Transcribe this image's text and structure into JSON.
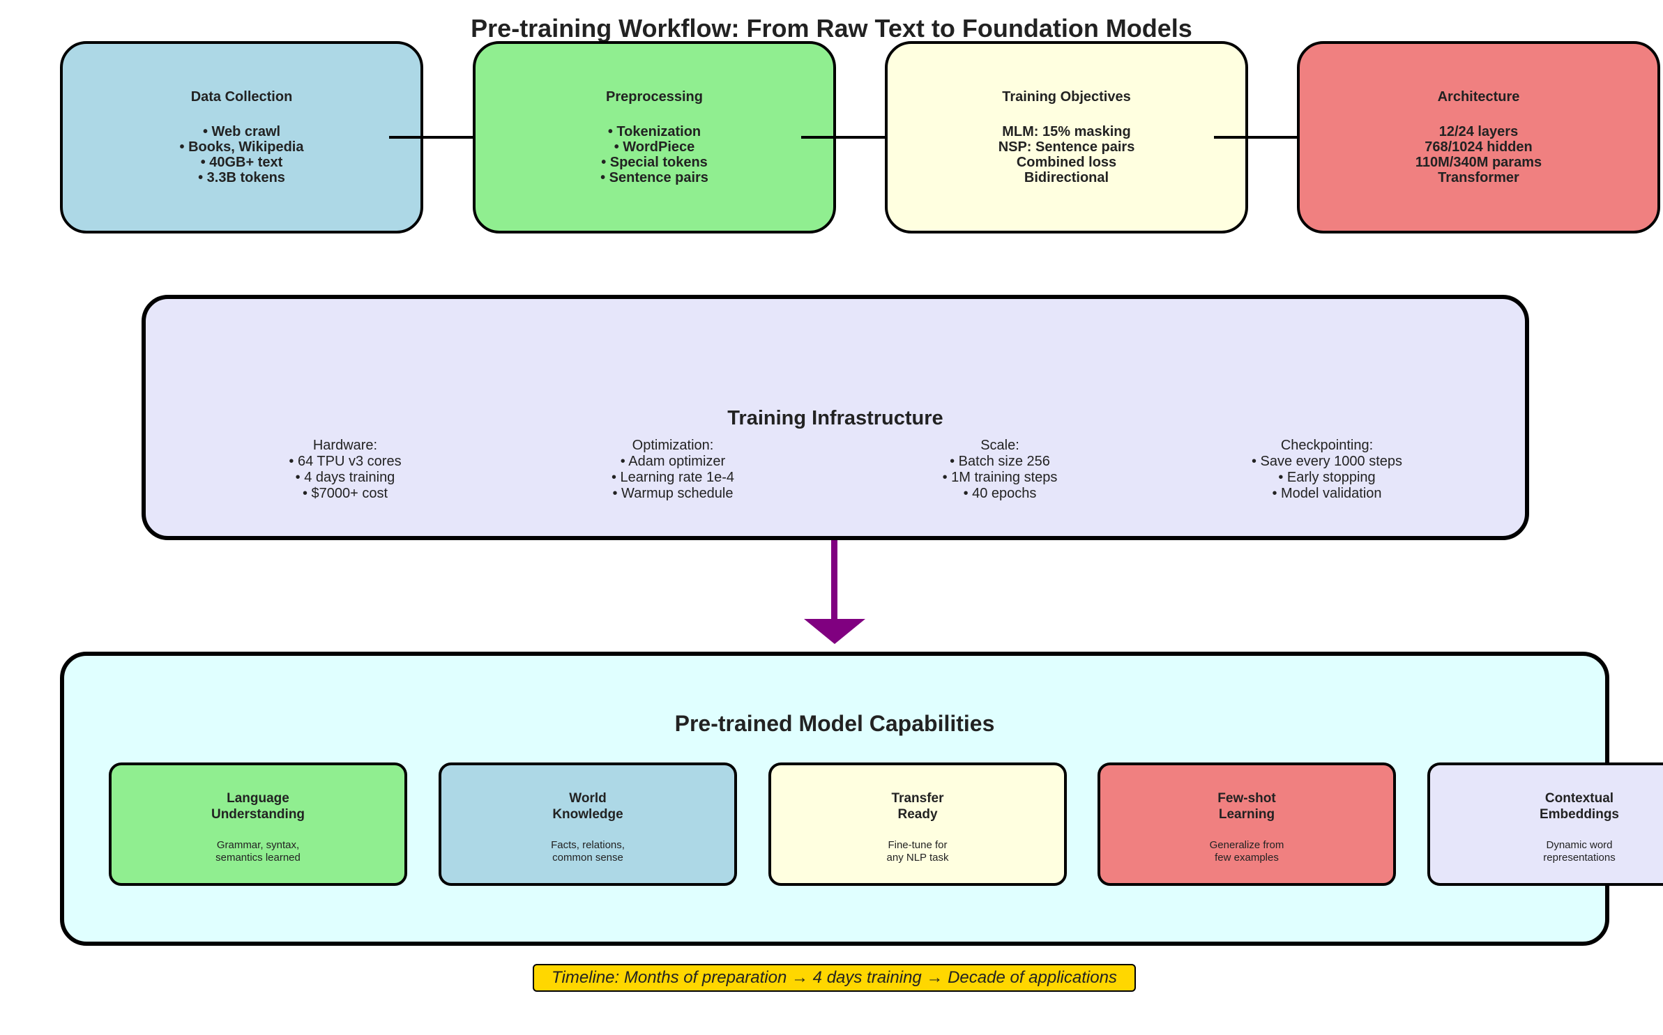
{
  "title": "Pre-training Workflow: From Raw Text to Foundation Models",
  "colors": {
    "data_collection": "#add8e6",
    "preprocessing": "#90ee90",
    "training_objectives": "#ffffe0",
    "architecture": "#f08080",
    "infrastructure": "#e6e6fa",
    "capabilities": "#e0ffff",
    "arrow": "#800080",
    "timeline": "#ffd700"
  },
  "stages": [
    {
      "title": "Data Collection",
      "lines": [
        "• Web crawl",
        "• Books, Wikipedia",
        "• 40GB+ text",
        "• 3.3B tokens"
      ]
    },
    {
      "title": "Preprocessing",
      "lines": [
        "• Tokenization",
        "• WordPiece",
        "• Special tokens",
        "• Sentence pairs"
      ]
    },
    {
      "title": "Training Objectives",
      "lines": [
        "MLM: 15% masking",
        "NSP: Sentence pairs",
        "Combined loss",
        "Bidirectional"
      ]
    },
    {
      "title": "Architecture",
      "lines": [
        "12/24 layers",
        "768/1024 hidden",
        "110M/340M params",
        "Transformer"
      ]
    }
  ],
  "infrastructure": {
    "title": "Training Infrastructure",
    "columns": [
      {
        "heading": "Hardware:",
        "lines": [
          "• 64 TPU v3 cores",
          "• 4 days training",
          "• $7000+ cost"
        ]
      },
      {
        "heading": "Optimization:",
        "lines": [
          "• Adam optimizer",
          "• Learning rate 1e-4",
          "• Warmup schedule"
        ]
      },
      {
        "heading": "Scale:",
        "lines": [
          "• Batch size 256",
          "• 1M training steps",
          "• 40 epochs"
        ]
      },
      {
        "heading": "Checkpointing:",
        "lines": [
          "• Save every 1000 steps",
          "• Early stopping",
          "• Model validation"
        ]
      }
    ]
  },
  "capabilities": {
    "title": "Pre-trained Model Capabilities",
    "items": [
      {
        "title": [
          "Language",
          "Understanding"
        ],
        "desc": [
          "Grammar, syntax,",
          "semantics learned"
        ]
      },
      {
        "title": [
          "World",
          "Knowledge"
        ],
        "desc": [
          "Facts, relations,",
          "common sense"
        ]
      },
      {
        "title": [
          "Transfer",
          "Ready"
        ],
        "desc": [
          "Fine-tune for",
          "any NLP task"
        ]
      },
      {
        "title": [
          "Few-shot",
          "Learning"
        ],
        "desc": [
          "Generalize from",
          "few examples"
        ]
      },
      {
        "title": [
          "Contextual",
          "Embeddings"
        ],
        "desc": [
          "Dynamic word",
          "representations"
        ]
      }
    ]
  },
  "timeline": "Timeline: Months of preparation → 4 days training → Decade of applications"
}
